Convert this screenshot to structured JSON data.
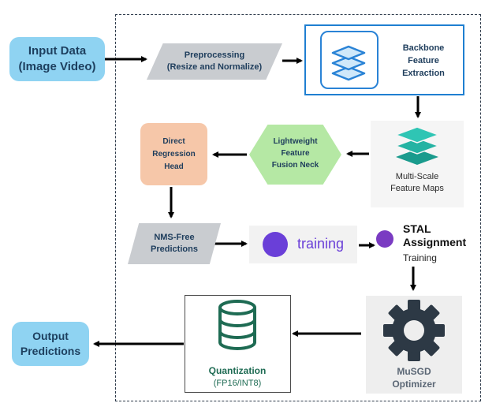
{
  "nodes": {
    "input": "Input Data\n(Image Video)",
    "preprocessing": "Preprocessing\n(Resize and Normalize)",
    "backbone": "Backbone\nFeature\nExtraction",
    "multiscale": "Multi-Scale\nFeature Maps",
    "neck": "Lightweight\nFeature\nFusion Neck",
    "head": "Direct\nRegression\nHead",
    "nms": "NMS-Free\nPredictions",
    "training": "training",
    "stal_title": "STAL\nAssignment",
    "stal_sub": "Training",
    "musgd": "MuSGD\nOptimizer",
    "quant_title": "Quantization",
    "quant_sub": "(FP16/INT8)",
    "output": "Output\nPredictions"
  },
  "colors": {
    "pill": "#8fd3f2",
    "parallelogram": "#c9ccd0",
    "head": "#f6c7a9",
    "neck": "#b5e8a4",
    "training_dot": "#6a3fd8",
    "stal_dot": "#7a3bc2",
    "quant_icon": "#1e6b53",
    "gear": "#2d3945"
  }
}
